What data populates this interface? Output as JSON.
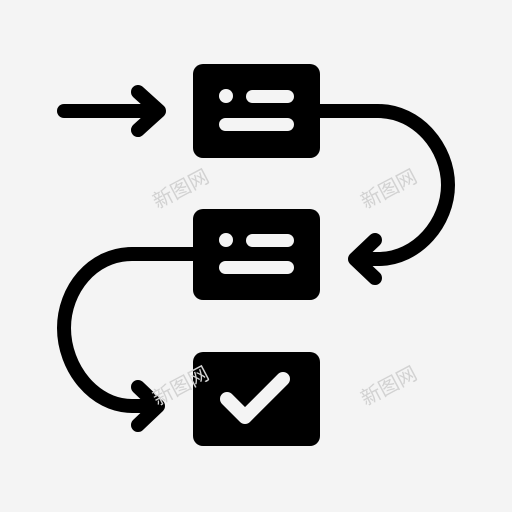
{
  "watermark": {
    "text": "新图网"
  },
  "colors": {
    "background": "#f4f4f4",
    "ink": "#000000",
    "inner_mark": "#f4f4f4",
    "watermark": "#d2d2d2"
  },
  "icon": {
    "name": "workflow-process-icon",
    "steps": [
      {
        "name": "step-1-list-card",
        "kind": "list"
      },
      {
        "name": "step-2-list-card",
        "kind": "list"
      },
      {
        "name": "step-3-check-card",
        "kind": "check"
      }
    ],
    "connectors": [
      "entry-arrow",
      "curved-arrow-step1-to-step2",
      "curved-arrow-step2-to-step3"
    ]
  }
}
